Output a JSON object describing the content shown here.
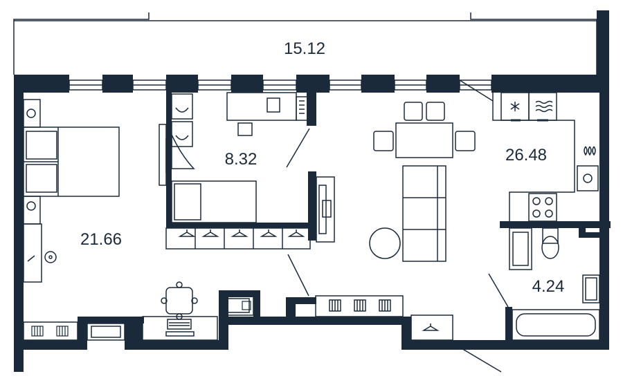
{
  "plan": {
    "colors": {
      "wall": "#1b2a3a",
      "line": "#1b2a3a",
      "background": "#ffffff"
    },
    "rooms": [
      {
        "id": "balcony",
        "area": "15.12"
      },
      {
        "id": "bedroom",
        "area": "21.66"
      },
      {
        "id": "dressing-room",
        "area": "8.32"
      },
      {
        "id": "kitchen-living",
        "area": "26.48"
      },
      {
        "id": "bathroom",
        "area": "4.24"
      }
    ],
    "icons": {
      "fridge": "snowflake-icon",
      "dishwasher": "waves-icon",
      "stove": "burner-icon",
      "cooktop": "flame-icon",
      "hanger": "hanger-icon"
    }
  }
}
